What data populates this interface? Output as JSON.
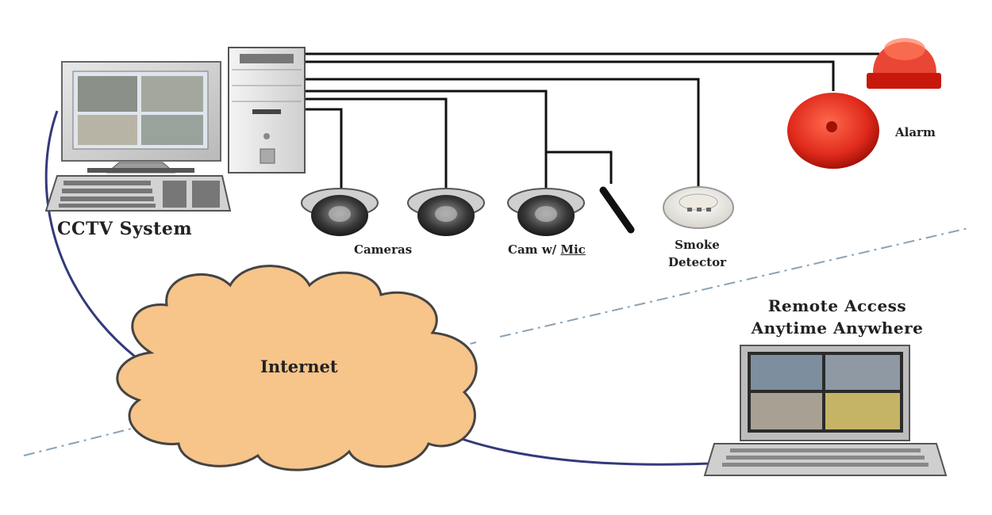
{
  "labels": {
    "cctv_system": "CCTV System",
    "cameras": "Cameras",
    "cam_prefix": "Cam w/ ",
    "cam_mic": "Mic",
    "smoke_line1": "Smoke",
    "smoke_line2": "Detector",
    "alarm": "Alarm",
    "internet": "Internet",
    "remote_line1": "Remote Access",
    "remote_line2": "Anytime Anywhere"
  },
  "colors": {
    "cable": "#111111",
    "network_link": "#333a7a",
    "cloud_fill": "#f7c48a",
    "cloud_stroke": "#444444",
    "alarm_red": "#e02a1c",
    "divider_line": "#8aa2b4"
  }
}
